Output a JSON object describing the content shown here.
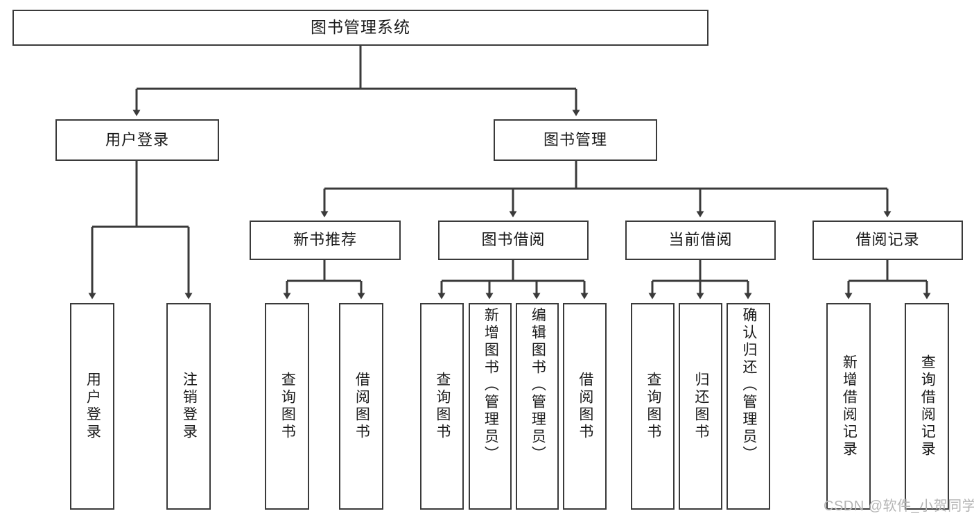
{
  "diagram": {
    "title": "图书管理系统",
    "root": {
      "label": "图书管理系统"
    },
    "level2": [
      {
        "label": "用户登录"
      },
      {
        "label": "图书管理"
      }
    ],
    "level3": [
      {
        "label": "新书推荐"
      },
      {
        "label": "图书借阅"
      },
      {
        "label": "当前借阅"
      },
      {
        "label": "借阅记录"
      }
    ],
    "leaves": {
      "user_login": [
        {
          "label": "用户登录"
        },
        {
          "label": "注销登录"
        }
      ],
      "new_book_recommend": [
        {
          "label": "查询图书"
        },
        {
          "label": "借阅图书"
        }
      ],
      "book_borrow": [
        {
          "label": "查询图书"
        },
        {
          "label": "新增图书（管理员）"
        },
        {
          "label": "编辑图书（管理员）"
        },
        {
          "label": "借阅图书"
        }
      ],
      "current_borrow": [
        {
          "label": "查询图书"
        },
        {
          "label": "归还图书"
        },
        {
          "label": "确认归还（管理员）"
        }
      ],
      "borrow_record": [
        {
          "label": "新增借阅记录"
        },
        {
          "label": "查询借阅记录"
        }
      ]
    }
  },
  "watermark": {
    "text": "CSDN @软件_小贺同学"
  },
  "colors": {
    "stroke": "#3a3a3a",
    "background": "#ffffff",
    "text": "#1a1a1a",
    "watermark": "#b4b4b4"
  }
}
